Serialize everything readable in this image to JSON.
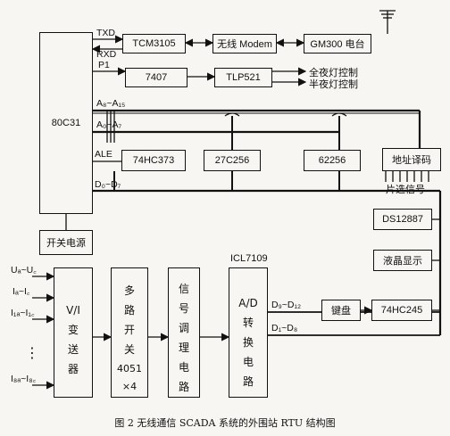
{
  "blocks": {
    "cpu": "80C31",
    "psu": "开关电源",
    "tcm": "TCM3105",
    "modem": "无线 Modem",
    "radio": "GM300 电台",
    "buf": "7407",
    "opto": "TLP521",
    "latch": "74HC373",
    "eprom": "27C256",
    "ram": "62256",
    "decoder": "地址译码",
    "rtc": "DS12887",
    "lcd": "液晶显示",
    "keyboard": "键盘",
    "kbdbuf": "74HC245",
    "adc_title": "ICL7109"
  },
  "vertical_blocks": {
    "vi": [
      "V/I",
      "变",
      "送",
      "器"
    ],
    "mux": [
      "多",
      "路",
      "开",
      "关",
      "4051",
      "×4"
    ],
    "cond": [
      "信",
      "号",
      "调",
      "理",
      "电",
      "路"
    ],
    "adc": [
      "A/D",
      "转",
      "换",
      "电",
      "路"
    ]
  },
  "signals": {
    "txd": "TXD",
    "rxd": "RXD",
    "p1": "P1",
    "a_high": "A₈~A₁₅",
    "a_low": "A₀~A₇",
    "ale": "ALE",
    "d_bus": "D₀~D₇",
    "adc_d_high": "D₉~D₁₂",
    "adc_d_low": "D₁~D₈",
    "chip_select": "片选信号"
  },
  "outputs": {
    "all_night": "全夜灯控制",
    "half_night": "半夜灯控制"
  },
  "inputs": {
    "u": "Uₐ~U꜀",
    "i": "Iₐ~I꜀",
    "i1": "I₁ₐ~I₁꜀",
    "dots": "⋮",
    "i8": "I₈ₐ~I₈꜀"
  },
  "caption": "图 2 无线通信 SCADA 系统的外围站 RTU 结构图"
}
